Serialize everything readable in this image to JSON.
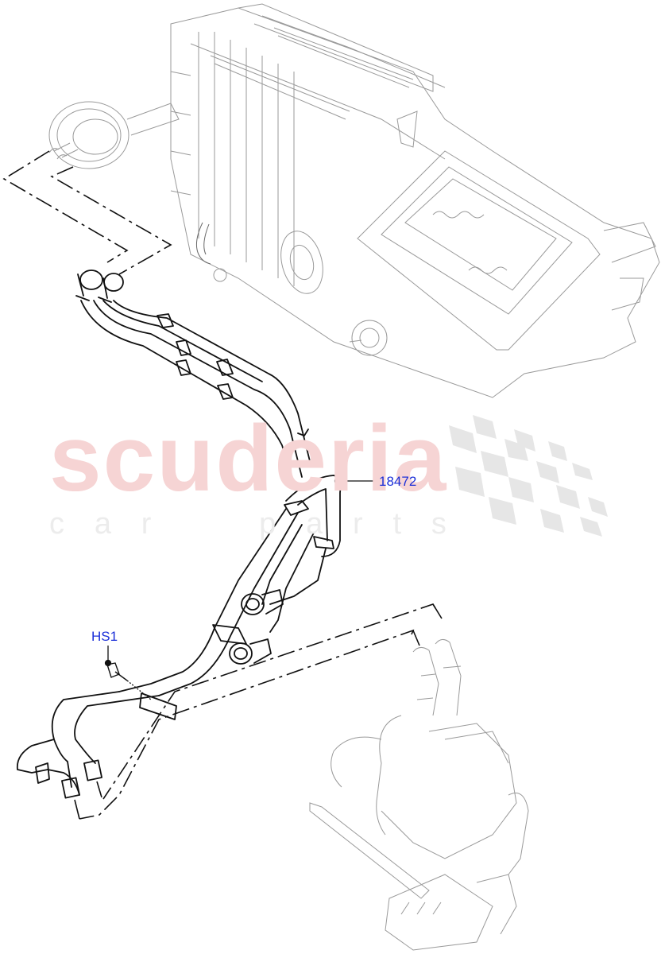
{
  "diagram": {
    "subject": "Heater hoses assembly between HVAC unit and auxiliary heater",
    "watermark": {
      "brand": "scuderia",
      "tagline_letters": [
        "c",
        "a",
        "r",
        "p",
        "a",
        "r",
        "t",
        "s"
      ],
      "brand_color": "#f6d4d4",
      "tagline_color": "#ececec"
    },
    "callouts": [
      {
        "id": "18472",
        "label": "18472",
        "points_to": "heater hose assembly",
        "color": "#1a2ed8"
      },
      {
        "id": "HS1",
        "label": "HS1",
        "points_to": "hose retaining bolt",
        "color": "#1a2ed8"
      }
    ],
    "components": [
      {
        "name": "hvac-unit",
        "description": "Heater / AC distribution unit (ghosted, top)"
      },
      {
        "name": "heater-hose-assembly",
        "description": "Twin coolant hoses with clips (bold)"
      },
      {
        "name": "auxiliary-heater",
        "description": "Fuel-fired auxiliary heater (ghosted, bottom right)"
      },
      {
        "name": "retaining-bolt",
        "description": "Bolt securing hose bracket"
      }
    ],
    "line_color": "#111111",
    "ghost_color": "#9a9a9a"
  }
}
